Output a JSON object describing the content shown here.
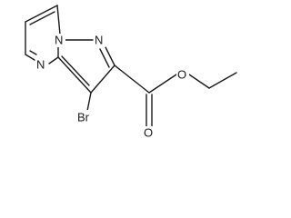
{
  "molecule": {
    "atoms": {
      "n_pyrimidine": "N",
      "n_bridge": "N",
      "n_pyrazole": "N",
      "bromine": "Br",
      "carbonyl_oxygen": "O",
      "ester_oxygen": "O"
    }
  },
  "colors": {
    "bond": "#1a1a1a",
    "background": "#ffffff"
  }
}
